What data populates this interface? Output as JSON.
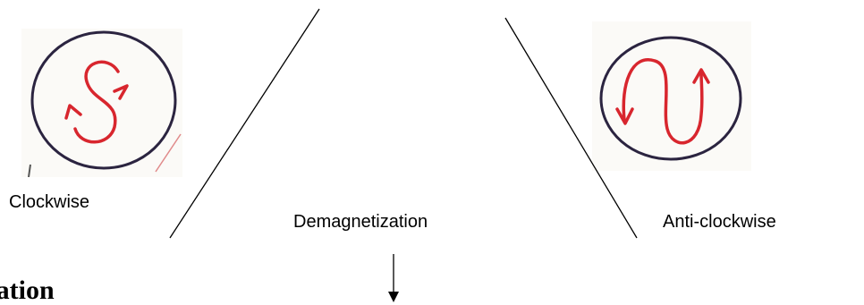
{
  "labels": {
    "clockwise": "Clockwise",
    "demagnetization": "Demagnetization",
    "anticlockwise": "Anti-clockwise"
  },
  "heading_fragment": "tization",
  "colors": {
    "circle": "#2b2440",
    "arrow": "#d8262e",
    "line": "#000000"
  }
}
